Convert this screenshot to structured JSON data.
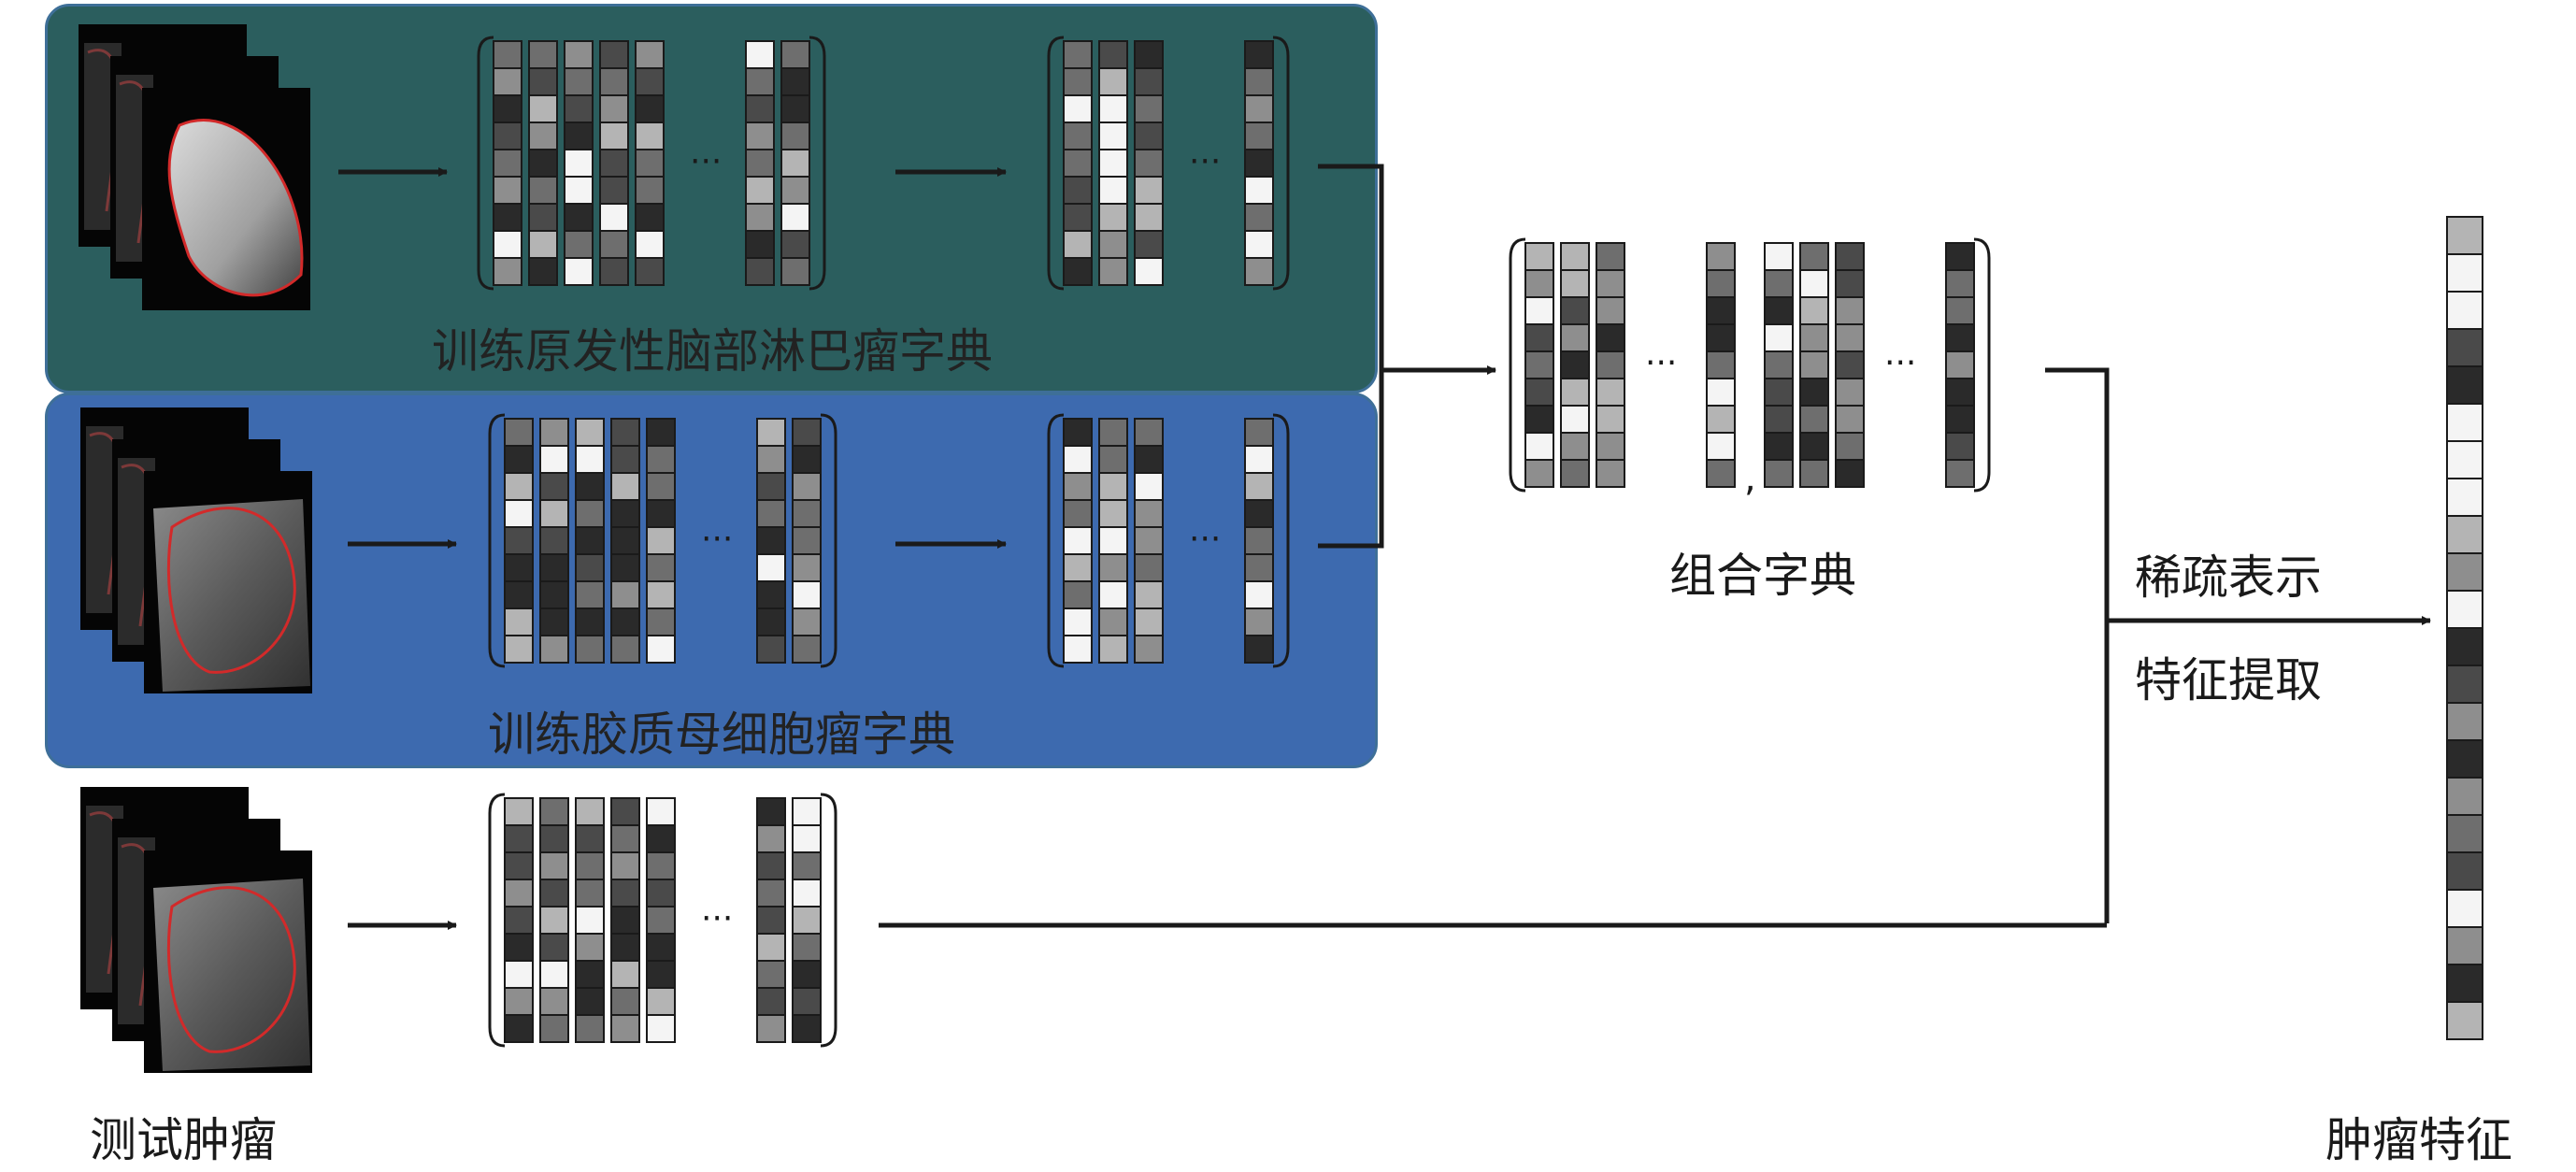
{
  "labels": {
    "pcnsl_dictionary": "训练原发性脑部淋巴瘤字典",
    "glioblastoma_dictionary": "训练胶质母细胞瘤字典",
    "combined_dictionary": "组合字典",
    "sparse_representation": "稀疏表示",
    "feature_extraction": "特征提取",
    "test_tumor": "测试肿瘤",
    "tumor_feature": "肿瘤特征"
  },
  "ellipsis": "···",
  "comma": ",",
  "colors": {
    "panel_top": "#2b5e5e",
    "panel_mid": "#3d6aaf",
    "panel_border": "#3e6f98",
    "tumor_outline": "#d22a2a",
    "line": "#1a1a1a"
  }
}
